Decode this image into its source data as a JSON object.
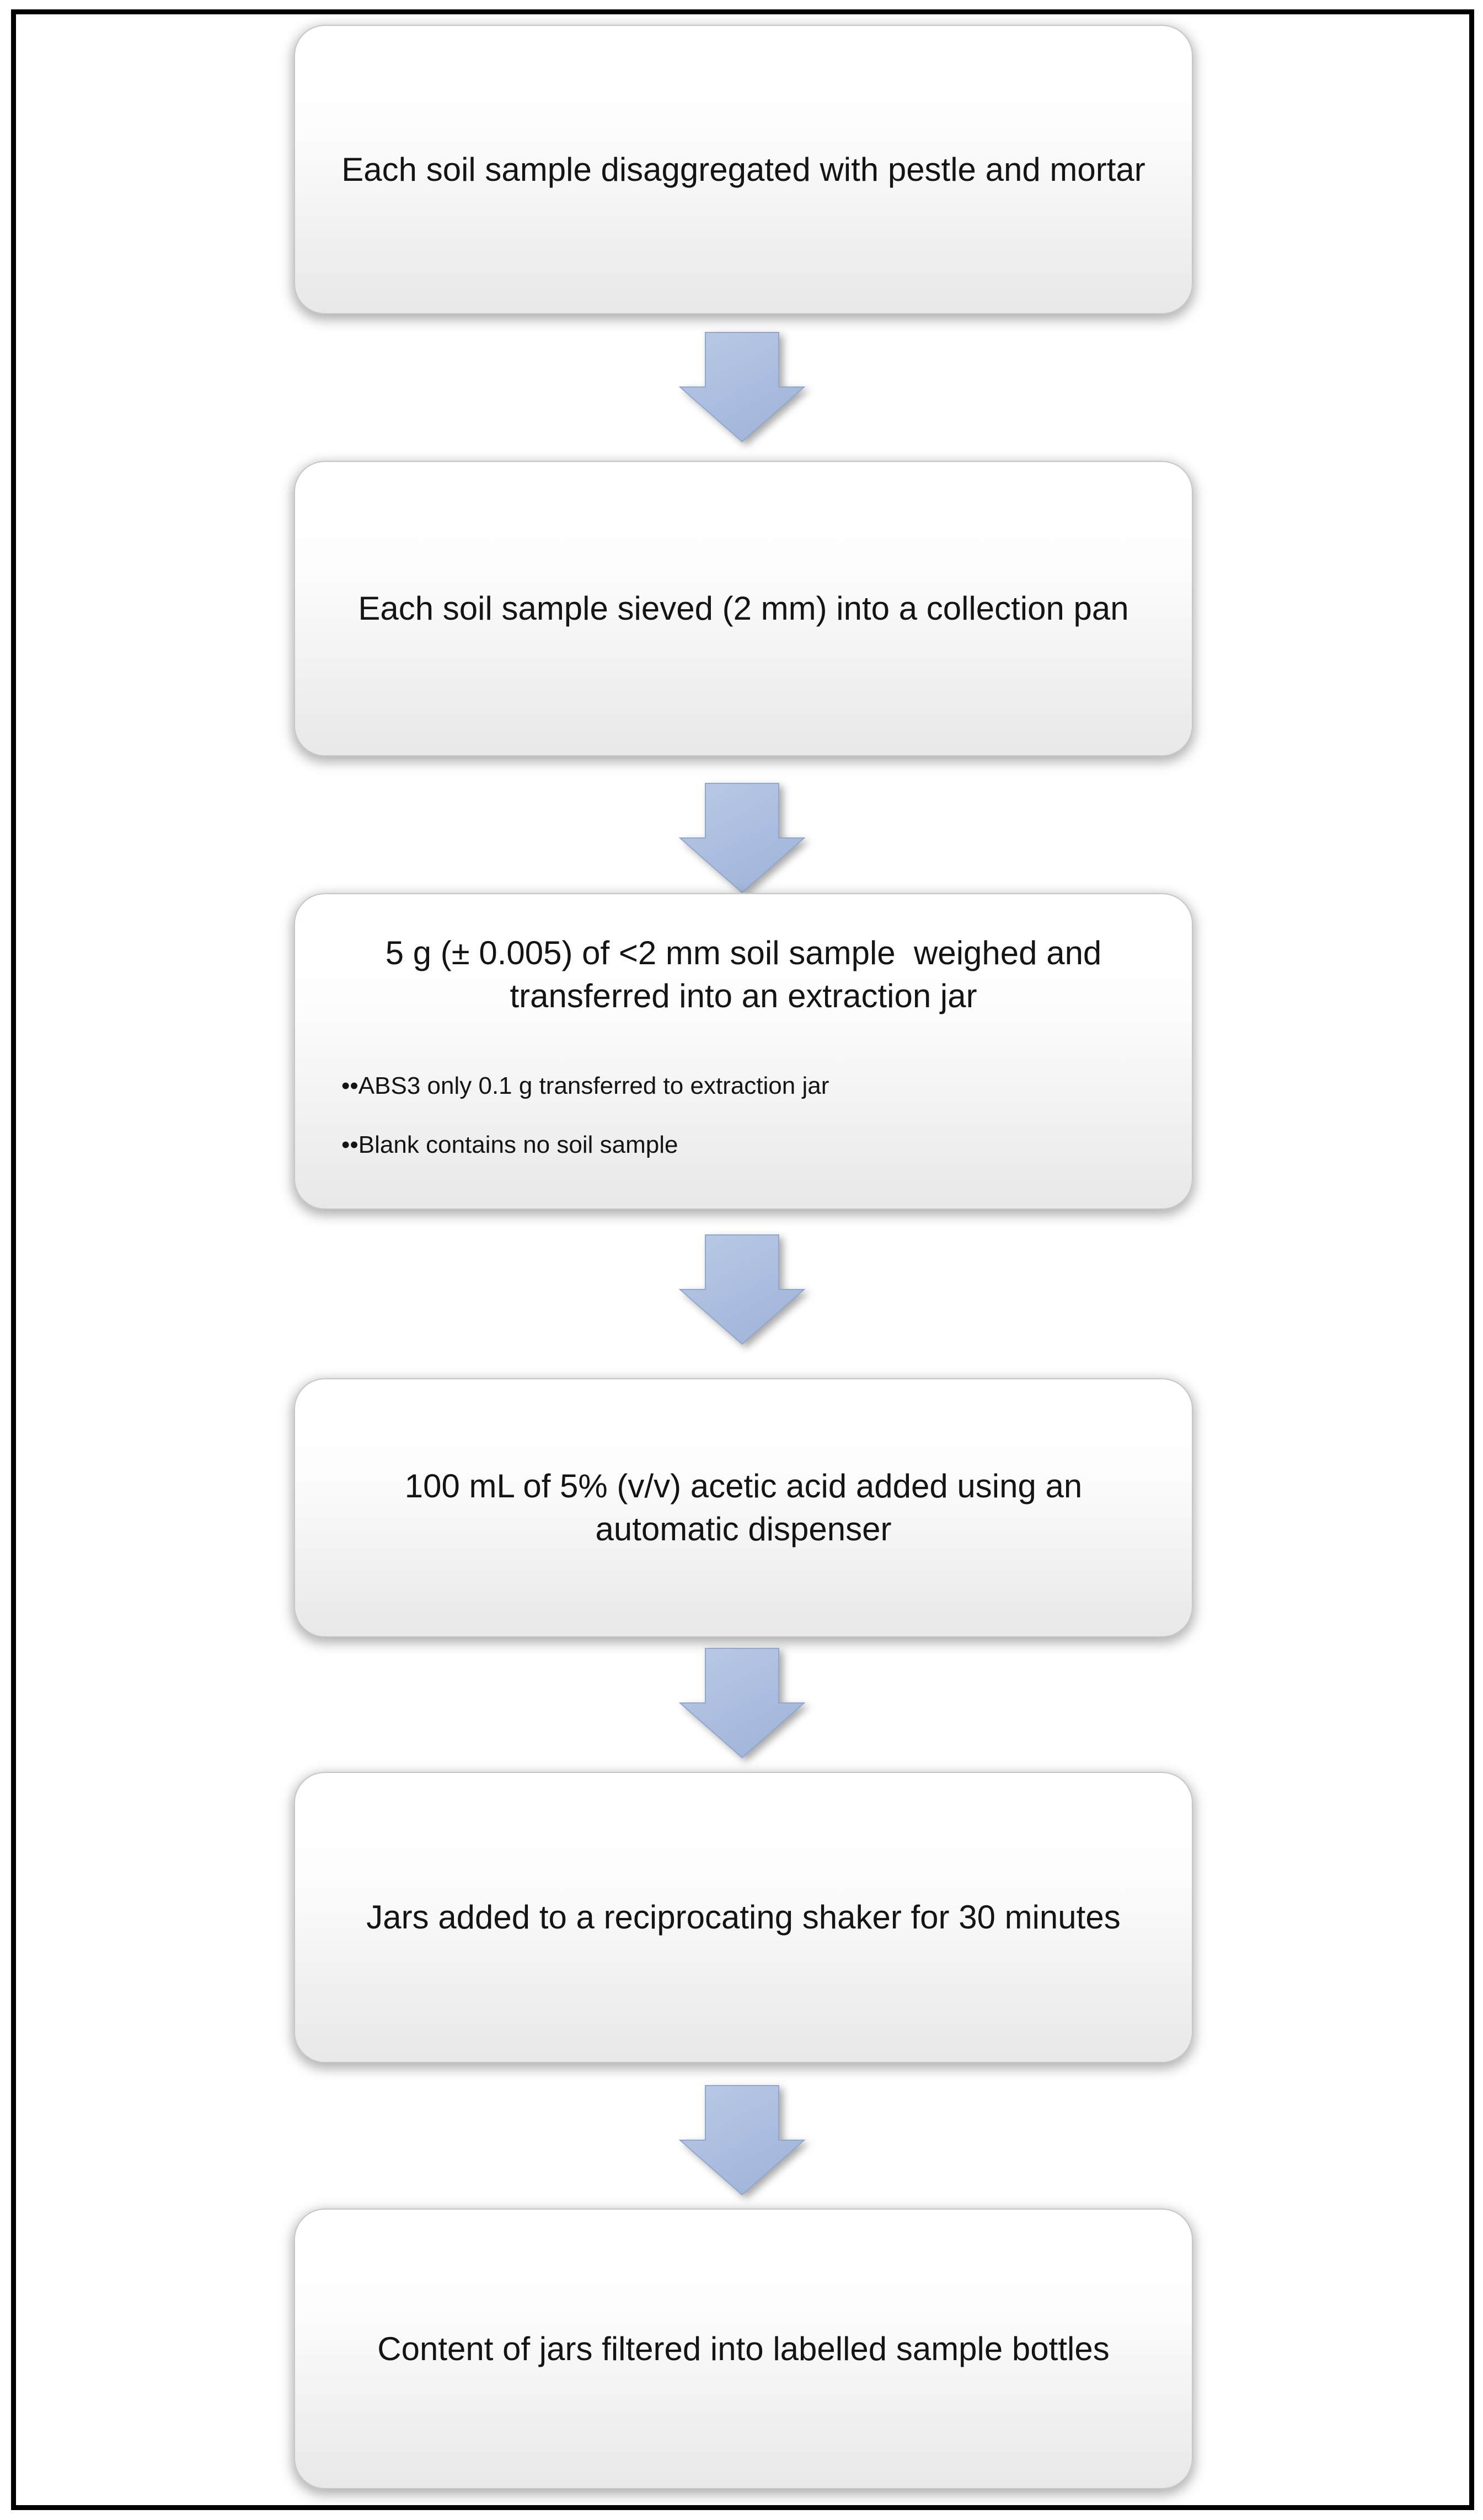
{
  "figure": {
    "type": "flowchart",
    "direction": "top-to-bottom",
    "steps": [
      {
        "text": "Each soil sample disaggregated with pestle and mortar",
        "bullets": []
      },
      {
        "text": "Each soil sample sieved (2 mm) into a collection pan",
        "bullets": []
      },
      {
        "text": "5 g (± 0.005) of <2 mm soil sample  weighed and transferred into an extraction jar",
        "bullets": [
          "••ABS3 only 0.1 g transferred to extraction jar",
          "••Blank contains no soil sample"
        ]
      },
      {
        "text": "100 mL of 5% (v/v) acetic acid added using an automatic dispenser",
        "bullets": []
      },
      {
        "text": "Jars added to a reciprocating shaker for 30 minutes",
        "bullets": []
      },
      {
        "text": "Content of jars filtered into labelled sample bottles",
        "bullets": []
      }
    ],
    "arrow_icon": "down-block-arrow",
    "arrow_count": 5,
    "colors": {
      "arrow_fill": "#a9bcde",
      "arrow_fill_light": "#bac9e6",
      "arrow_edge": "#91a8ce",
      "box_border": "#c6c6c6",
      "box_gradient_top": "#ffffff",
      "box_gradient_bottom": "#e8e8e8",
      "frame_border": "#000000",
      "text": "#141414"
    }
  }
}
